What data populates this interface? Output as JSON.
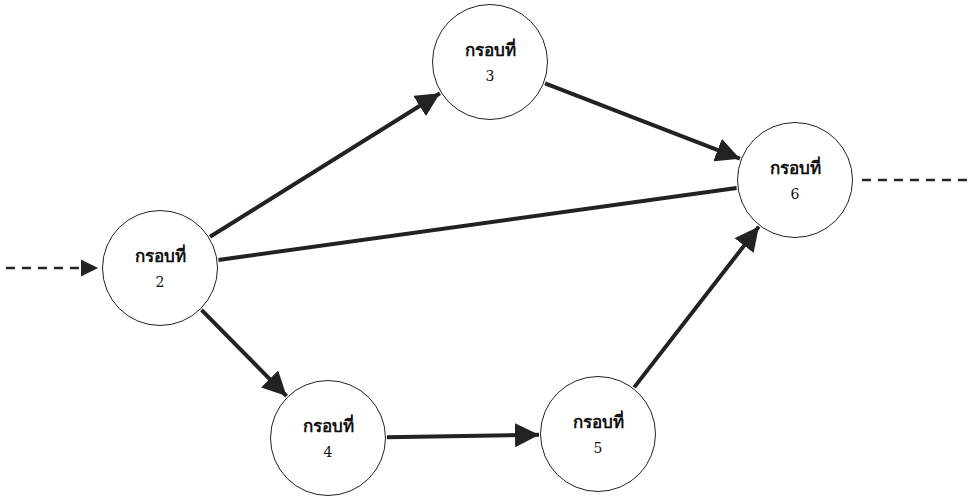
{
  "diagram": {
    "nodes": [
      {
        "text": [
          "กรอบที่",
          "2"
        ]
      },
      {
        "text": [
          "กรอบที่",
          "3"
        ]
      },
      {
        "text": [
          "กรอบที่",
          "4"
        ]
      },
      {
        "text": [
          "กรอบที่",
          "5"
        ]
      },
      {
        "text": [
          "กรอบที่",
          "6"
        ]
      }
    ],
    "edges": [
      {
        "from": 0,
        "to": 1,
        "arrow": "to"
      },
      {
        "from": 1,
        "to": 4,
        "arrow": "to"
      },
      {
        "from": 0,
        "to": 4,
        "arrow": "none"
      },
      {
        "from": 0,
        "to": 2,
        "arrow": "to"
      },
      {
        "from": 2,
        "to": 3,
        "arrow": "to"
      },
      {
        "from": 3,
        "to": 4,
        "arrow": "to"
      }
    ]
  }
}
